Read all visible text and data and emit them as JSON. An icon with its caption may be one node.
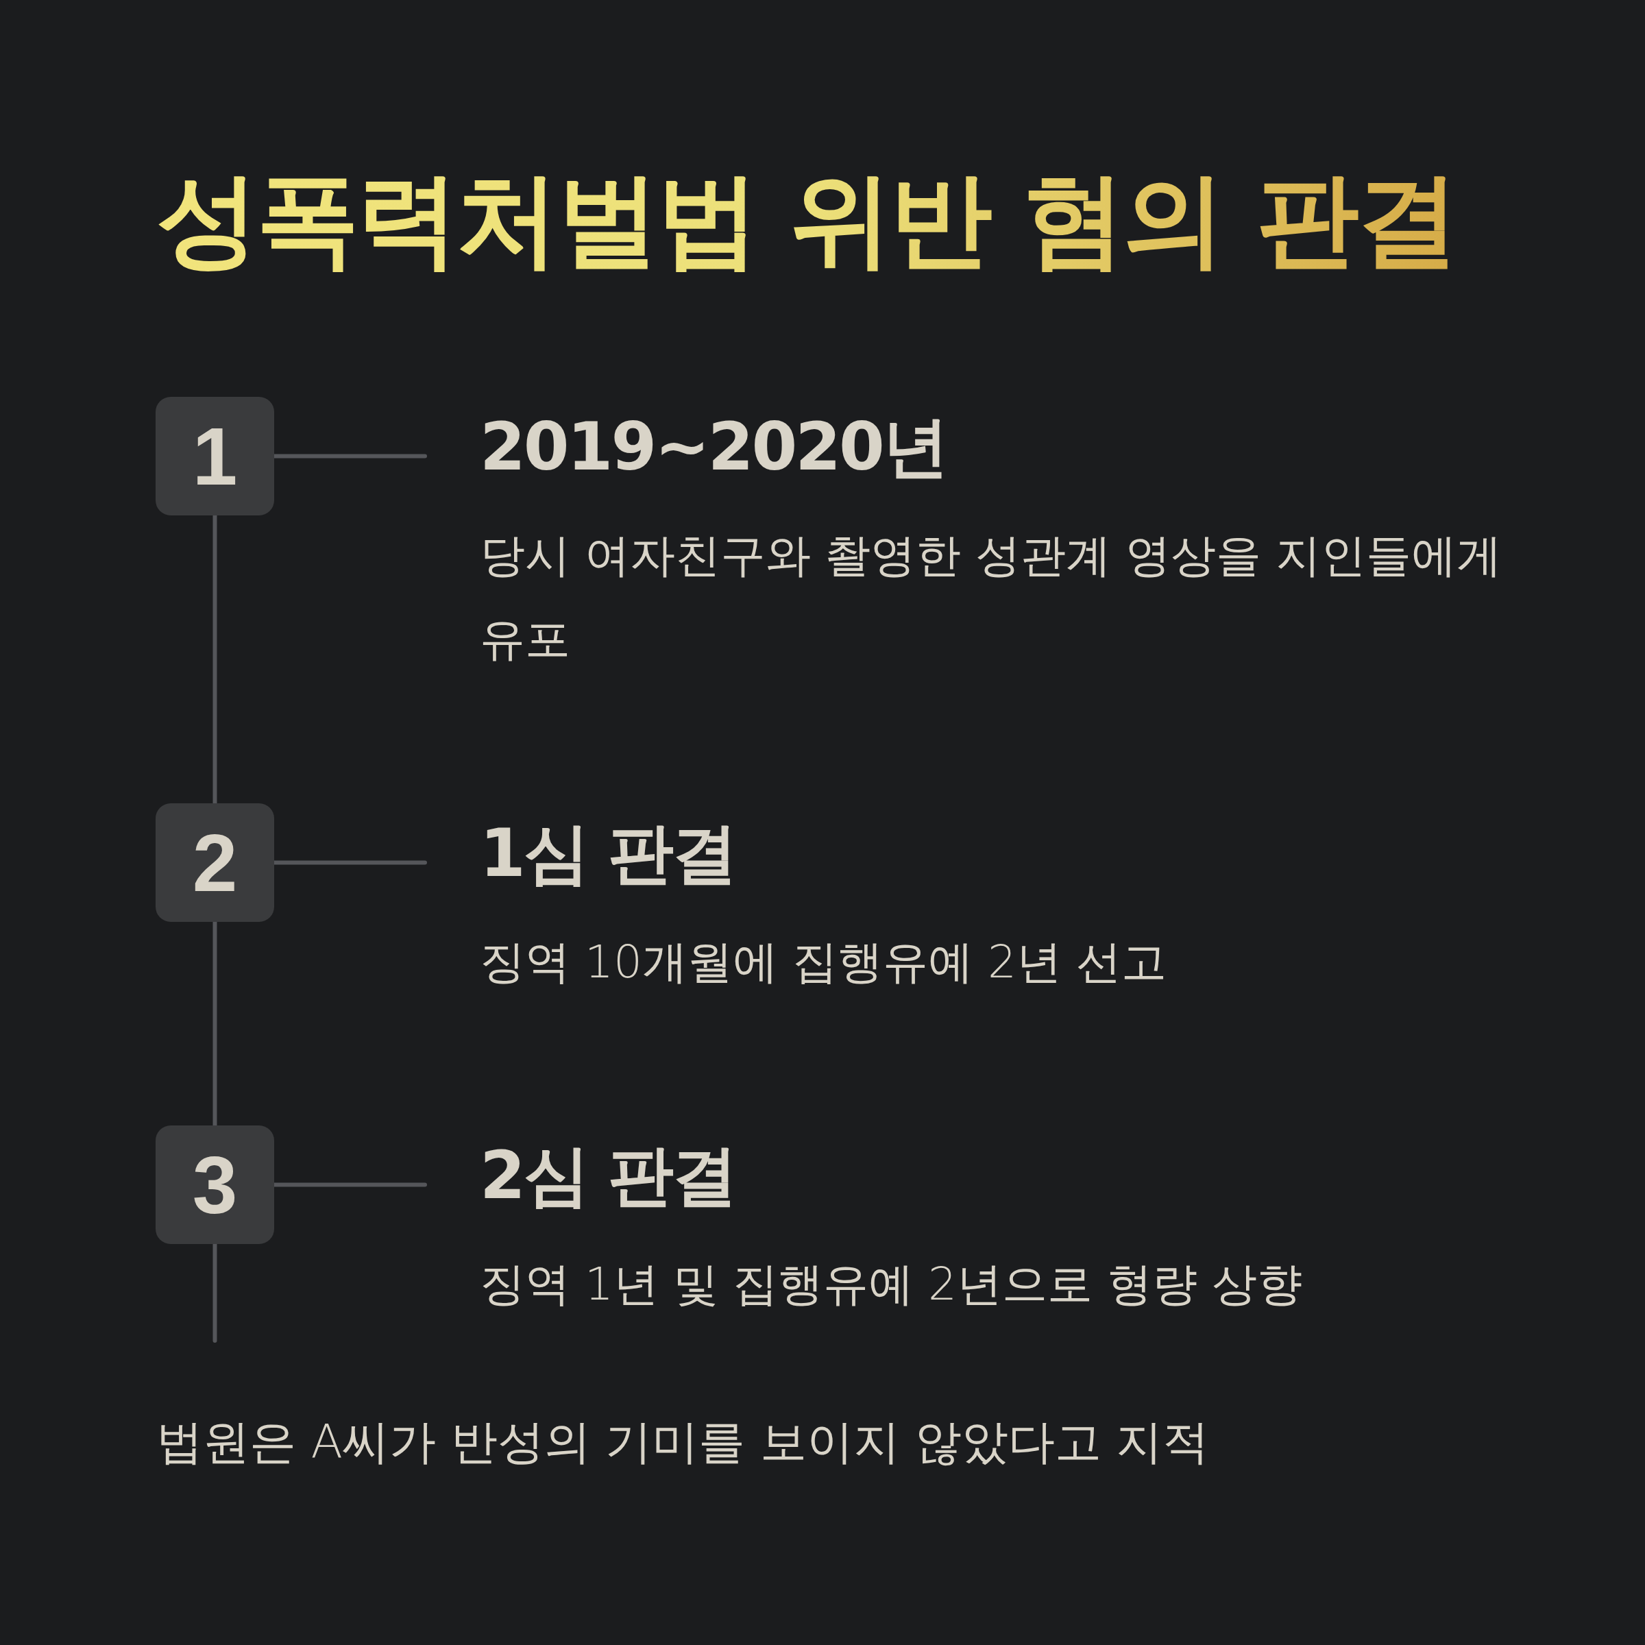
{
  "diagram": {
    "title": "성폭력처벌법 위반 혐의 판결",
    "nodes": [
      {
        "text": [
          "1"
        ]
      },
      {
        "text": [
          "2019~2020년",
          "당시 여자친구와 촬영한 성관계 영상을 지인들에게 유포"
        ]
      },
      {
        "text": [
          "2"
        ]
      },
      {
        "text": [
          "1심 판결",
          "징역 10개월에 집행유예 2년 선고"
        ]
      },
      {
        "text": [
          "3"
        ]
      },
      {
        "text": [
          "2심 판결",
          "징역 1년 및 집행유예 2년으로 형량 상향"
        ]
      }
    ],
    "edges": [
      {
        "from": 0,
        "to": 1,
        "arrow": "none"
      },
      {
        "from": 0,
        "to": 2,
        "arrow": "none"
      },
      {
        "from": 2,
        "to": 3,
        "arrow": "none"
      },
      {
        "from": 2,
        "to": 4,
        "arrow": "none"
      },
      {
        "from": 4,
        "to": 5,
        "arrow": "none"
      },
      {
        "from": 4,
        "to": null,
        "arrow": "none"
      }
    ],
    "labels": [
      "법원은 A씨가 반성의 기미를 보이지 않았다고 지적"
    ]
  }
}
